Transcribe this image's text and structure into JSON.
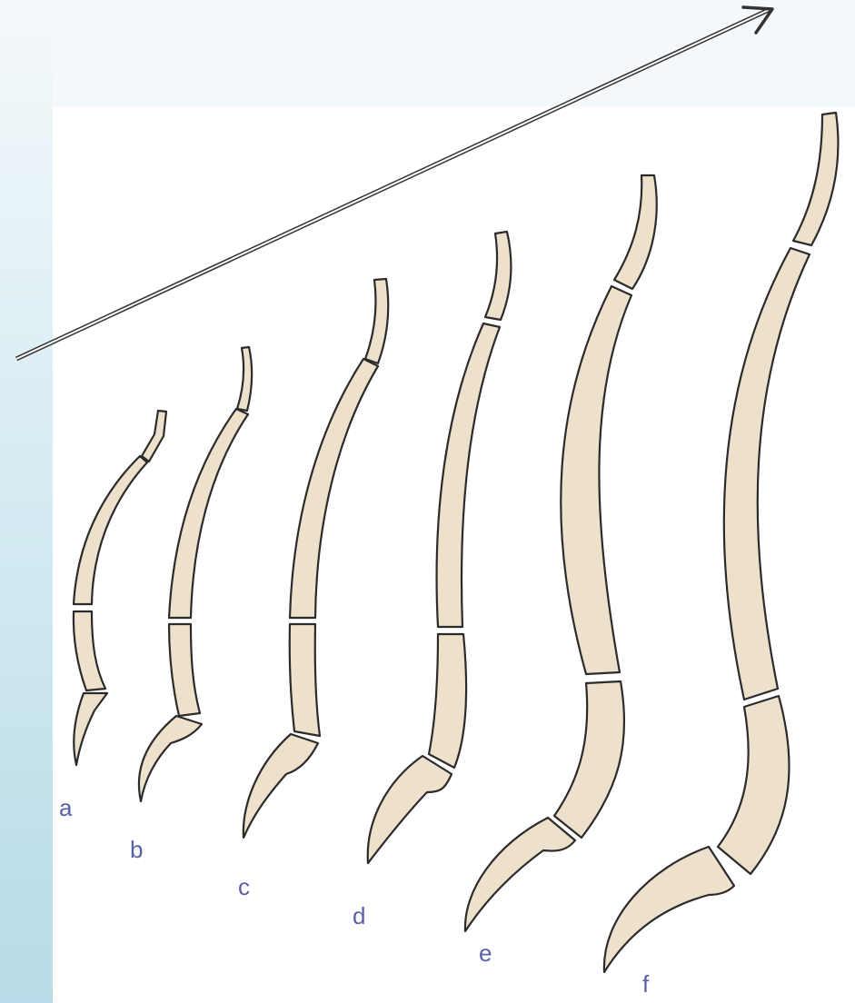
{
  "diagram": {
    "labels": {
      "a": "a",
      "b": "b",
      "c": "c",
      "d": "d",
      "e": "e",
      "f": "f"
    },
    "colors": {
      "segment_fill": "#eee1cc",
      "outline": "#2b2b2b",
      "label": "#5a5fa8",
      "arrow": "#333333"
    }
  }
}
